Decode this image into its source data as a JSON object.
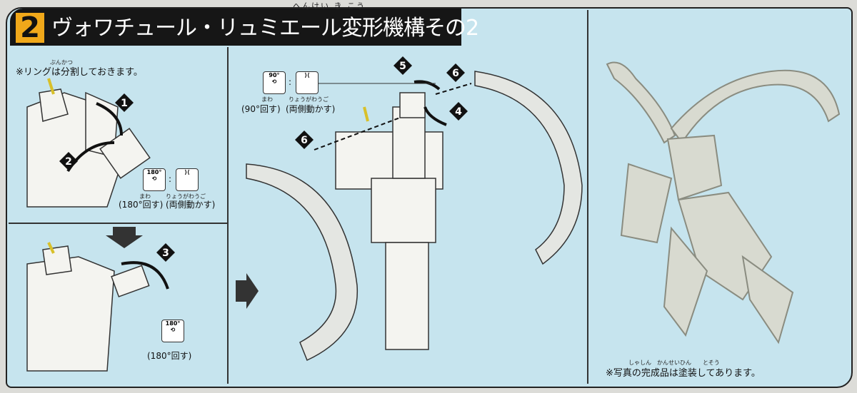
{
  "header": {
    "step_number": "2",
    "title": "ヴォワチュール・リュミエール変形機構その2",
    "title_ruby": "へんけい き こう"
  },
  "left_panel": {
    "note": "※リングは分割しておきます。",
    "note_ruby": "ぶんかつ",
    "steps": [
      "1",
      "2",
      "3"
    ],
    "rotate_icon_label": "180°",
    "caption_rotate": "(180°回す)",
    "caption_rotate_ruby": "まわ",
    "caption_both_sides": "(両側動かす)",
    "caption_both_sides_ruby": "りょうがわうご",
    "caption_rotate_2": "(180°回す)"
  },
  "middle_panel": {
    "steps": [
      "4",
      "5",
      "6",
      "6"
    ],
    "rotate_icon_label": "90°",
    "caption_rotate": "(90°回す)",
    "caption_rotate_ruby": "まわ",
    "caption_both_sides": "(両側動かす)",
    "caption_both_sides_ruby": "りょうがわうご"
  },
  "right_panel": {
    "note": "※写真の完成品は塗装してあります。",
    "note_ruby": "しゃしん　かんせいひん　　とそう"
  },
  "colors": {
    "background": "#c6e4ee",
    "title_bar": "#161616",
    "step_badge": "#f0a81a"
  }
}
